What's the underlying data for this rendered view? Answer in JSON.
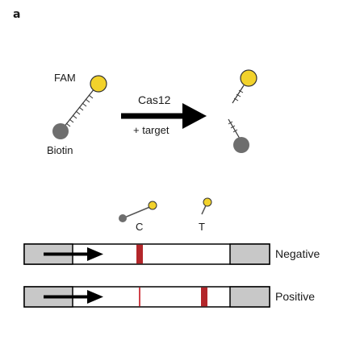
{
  "panel_label": "a",
  "reporter": {
    "label_top": "FAM",
    "label_bottom": "Biotin"
  },
  "reaction": {
    "enzyme": "Cas12",
    "condition": "+ target"
  },
  "strip": {
    "control_line": "C",
    "test_line": "T",
    "results": [
      "Negative",
      "Positive"
    ]
  },
  "colors": {
    "fam_yellow": "#f2d22b",
    "biotin_grey": "#6e6e6e",
    "line_red": "#b3262a",
    "pad_grey": "#c8c8c8"
  }
}
